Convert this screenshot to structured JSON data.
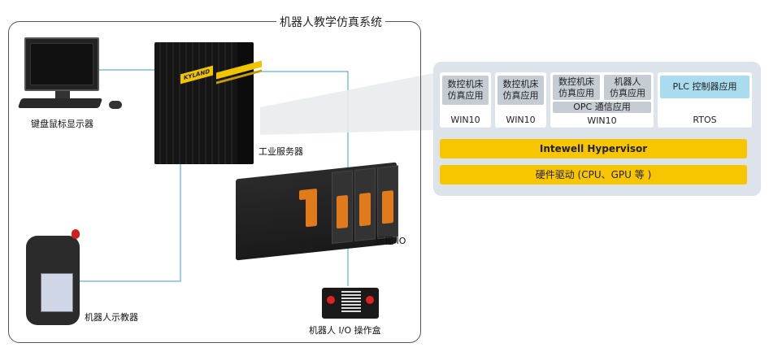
{
  "system_title": "机器人教学仿真系统",
  "devices": {
    "monitor_label": "键盘鼠标显示器",
    "server_label": "工业服务器",
    "server_brand": "KYLAND",
    "remote_io_label": "远程 IO",
    "pendant_label": "机器人示教器",
    "io_box_label": "机器人 I/O 操作盒"
  },
  "software_stack": {
    "vms": [
      {
        "apps": [
          "数控机床\n仿真应用"
        ],
        "os": "WIN10"
      },
      {
        "apps": [
          "数控机床\n仿真应用"
        ],
        "os": "WIN10"
      },
      {
        "apps": [
          "数控机床\n仿真应用",
          "机器人\n仿真应用"
        ],
        "shared_app": "OPC 通信应用",
        "os": "WIN10"
      },
      {
        "apps": [
          "PLC 控制器应用"
        ],
        "os": "RTOS"
      }
    ],
    "hypervisor": "Intewell Hypervisor",
    "hardware": "硬件驱动 (CPU、GPU 等 )"
  },
  "colors": {
    "link_line": "#3a9bd5",
    "panel_bg": "#dde3ea",
    "app_box": "#c5ccd4",
    "rtos_app": "#a9dcef",
    "yellow_bar": "#f7c600"
  }
}
